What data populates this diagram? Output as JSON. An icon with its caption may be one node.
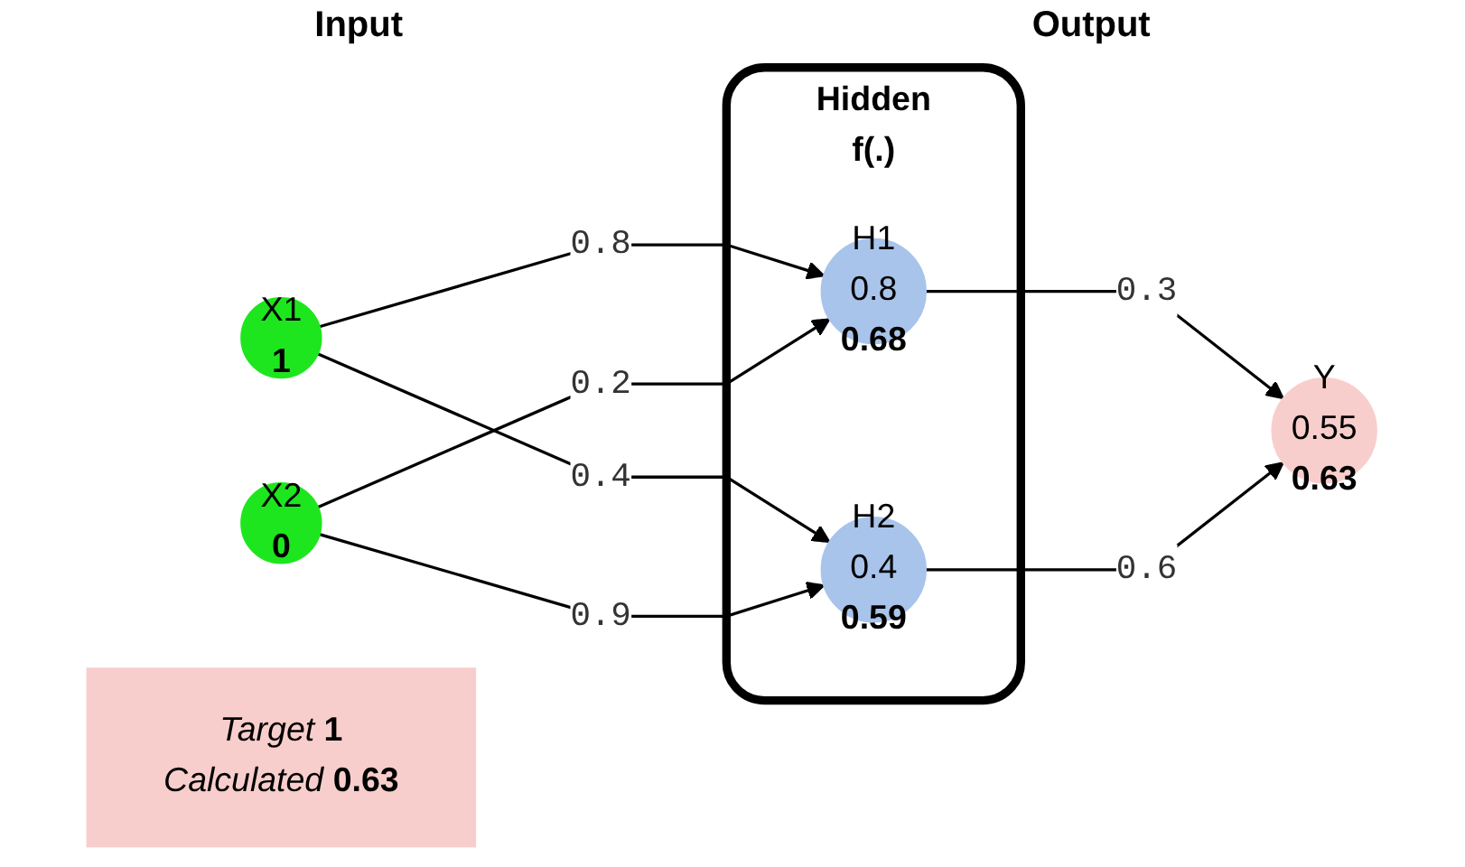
{
  "diagram": {
    "nodes": [
      {
        "text": [
          "Hidden",
          "f(.)"
        ]
      },
      {
        "text": [
          "X1",
          "1"
        ]
      },
      {
        "text": [
          "X2",
          "0"
        ]
      },
      {
        "text": [
          "H1",
          "0.8",
          "0.68"
        ],
        "in": 0
      },
      {
        "text": [
          "H2",
          "0.4",
          "0.59"
        ],
        "in": 0
      },
      {
        "text": [
          "Y",
          "0.55",
          "0.63"
        ]
      },
      {
        "text": [
          "Target",
          "1",
          "Calculated",
          "0.63"
        ]
      }
    ],
    "edges": [
      {
        "from": 1,
        "to": 3,
        "arrow": "to",
        "label": "0.8"
      },
      {
        "from": 1,
        "to": 4,
        "arrow": "to",
        "label": "0.4"
      },
      {
        "from": 2,
        "to": 3,
        "arrow": "to",
        "label": "0.2"
      },
      {
        "from": 2,
        "to": 4,
        "arrow": "to",
        "label": "0.9"
      },
      {
        "from": 3,
        "to": 5,
        "arrow": "to",
        "label": "0.3"
      },
      {
        "from": 4,
        "to": 5,
        "arrow": "to",
        "label": "0.6"
      }
    ],
    "labels": [
      "Input",
      "Output"
    ]
  }
}
